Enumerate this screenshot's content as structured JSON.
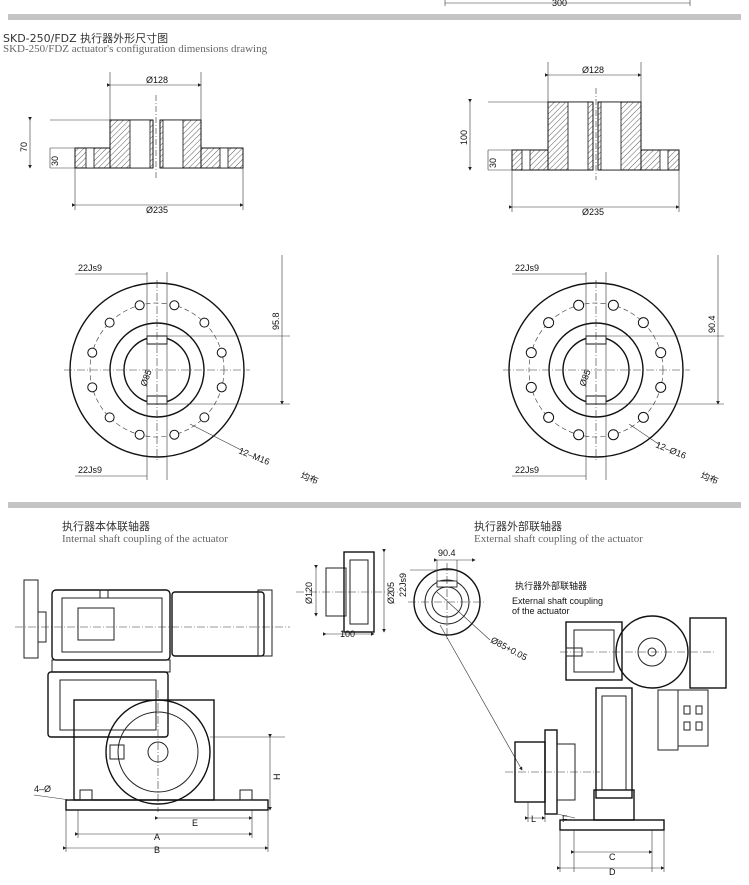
{
  "top_section": {
    "title_cn": "SKD-250/FDZ 执行器外形尺寸图",
    "title_en": "SKD-250/FDZ actuator's configuration dimensions drawing",
    "top_cut_label": "300"
  },
  "left_flange": {
    "bore": "Ø128",
    "height_total": "70",
    "height_flange": "30",
    "outer_dia": "Ø235",
    "key_top": "22Js9",
    "key_bottom": "22Js9",
    "key_depth": "95.8",
    "shaft_dia": "Ø85",
    "holes": "12–M16",
    "distribution": "均布"
  },
  "right_flange": {
    "bore": "Ø128",
    "height_total": "100",
    "height_flange": "30",
    "outer_dia": "Ø235",
    "key_top": "22Js9",
    "key_bottom": "22Js9",
    "key_depth": "90.4",
    "shaft_dia": "Ø85",
    "holes": "12–Ø16",
    "distribution": "均布"
  },
  "bottom_left": {
    "title_cn": "执行器本体联轴器",
    "title_en": "Internal shaft coupling of the actuator",
    "dims": {
      "mount_holes": "4–Ø",
      "A": "A",
      "B": "B",
      "E": "E",
      "H": "H"
    }
  },
  "coupling_side": {
    "d1": "Ø120",
    "d2": "Ø205",
    "len": "100"
  },
  "bottom_right": {
    "title_cn": "执行器外部联轴器",
    "title_en": "External shaft coupling of the actuator",
    "callout_cn": "执行器外部联轴器",
    "callout_en_1": "External shaft coupling",
    "callout_en_2": "of the actuator",
    "key": "22Js9",
    "key_depth": "90.4",
    "shaft": "Ø85+0.05",
    "dims": {
      "L": "L",
      "F": "F",
      "C": "C",
      "D": "D"
    }
  }
}
